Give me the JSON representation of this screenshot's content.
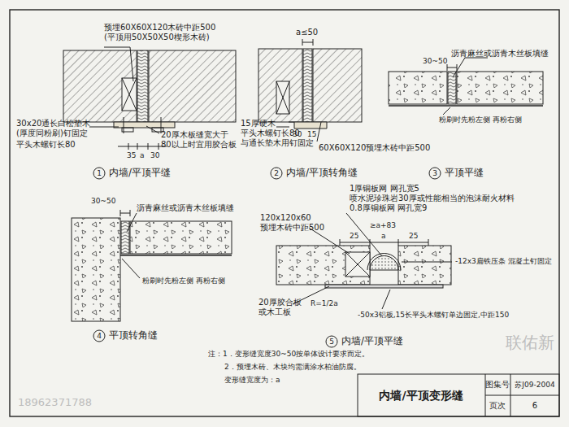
{
  "diagram": {
    "title": "内墙/平顶变形缝",
    "labels": [
      "预埋60X60X120木砖中距500",
      "(平顶用50X50X50楔形木砖)",
      "30x20通长白松垫木",
      "(厚度同粉刷)钉固定",
      "平头木螺钉长80",
      "20厚木板缝宽大于",
      "80以上时宜用胶合板",
      "35",
      "a",
      "30",
      "1",
      "内墙/平顶平缝",
      "a≤50",
      "15厚硬木",
      "平头木螺钉长80",
      "与通长垫木用钉固定",
      "60X60X120预埋木砖中距500",
      "30",
      "15",
      "2",
      "内墙/平顶转角缝",
      "30~50",
      "沥青麻丝或沥青木丝板填缝",
      "粉刷时先粉左侧  再粉右侧",
      "3",
      "平顶平缝",
      "30~50",
      "沥青麻丝或沥青木丝板填缝",
      "粉刷时先粉左侧  再粉右侧",
      "4",
      "平顶转角缝",
      "1厚铜板网  网孔宽5",
      "喷水泥珍珠岩30厚或性能相当的泡沫耐火材料",
      "0.8厚铜板网  网孔宽9",
      "120x120x60",
      "预埋木砖中距500",
      "≥a+83",
      "25",
      "a",
      "25",
      "-12x3扁铁压条  混凝土钉固定",
      "20厚胶合板",
      "或木工板",
      "R=1/2a",
      "-50x3铝板,15长平头木螺钉单边固定,中距150",
      "5",
      "内墙/平顶平缝",
      "注：1．变形缝宽度30~50按单体设计要求而定。",
      "2．预埋木砖、木块均需满涂水柏油防腐。",
      "变形缝宽度为：a",
      "图集号",
      "苏J09-2004",
      "页次",
      "6",
      "联佑新",
      "18962371788"
    ]
  }
}
